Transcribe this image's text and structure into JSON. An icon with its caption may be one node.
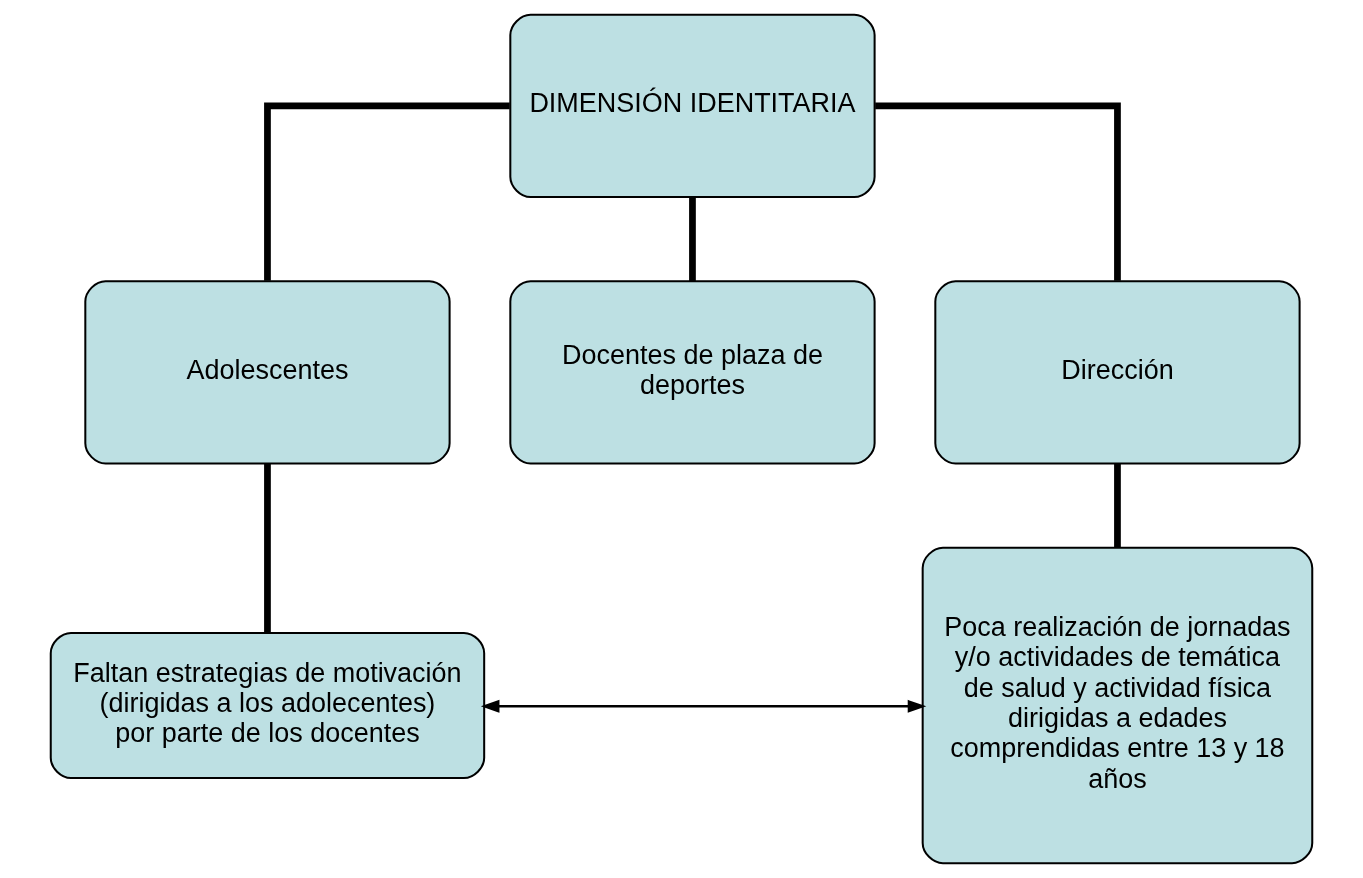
{
  "diagram": {
    "nodes": [
      {
        "text": [
          "DIMENSIÓN IDENTITARIA"
        ]
      },
      {
        "text": [
          "Adolescentes"
        ]
      },
      {
        "text": [
          "Docentes de plaza de deportes"
        ]
      },
      {
        "text": [
          "Dirección"
        ]
      },
      {
        "text": [
          "Faltan estrategias de motivación (dirigidas a los adolecentes) por parte de los docentes"
        ]
      },
      {
        "text": [
          "Poca realización de jornadas y/o actividades de temática de salud y actividad física dirigidas a edades comprendidas entre 13 y 18 años"
        ]
      }
    ],
    "edges": [
      {
        "from": 0,
        "to": 1,
        "arrow": "none"
      },
      {
        "from": 0,
        "to": 2,
        "arrow": "none"
      },
      {
        "from": 0,
        "to": 3,
        "arrow": "none"
      },
      {
        "from": 1,
        "to": 4,
        "arrow": "none"
      },
      {
        "from": 3,
        "to": 5,
        "arrow": "none"
      },
      {
        "from": 4,
        "to": 5,
        "arrow": "both"
      }
    ]
  }
}
